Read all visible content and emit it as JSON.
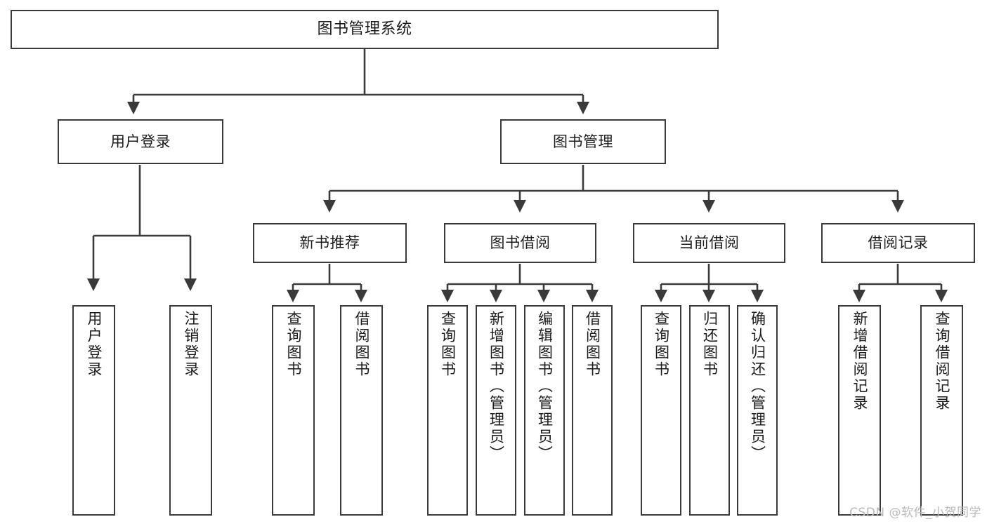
{
  "diagram": {
    "title": "图书管理系统",
    "type": "tree-hierarchy-chart",
    "colors": {
      "box_border": "#3a3a3a",
      "box_fill": "#ffffff",
      "edge": "#3a3a3a",
      "text": "#1b1b1b",
      "watermark": "#b9b9b9"
    },
    "root": {
      "label": "图书管理系统"
    },
    "level1": [
      {
        "id": "user-login",
        "label": "用户登录"
      },
      {
        "id": "book-management",
        "label": "图书管理"
      }
    ],
    "level2": [
      {
        "id": "new-book-recommend",
        "label": "新书推荐"
      },
      {
        "id": "book-borrow",
        "label": "图书借阅"
      },
      {
        "id": "current-borrow",
        "label": "当前借阅"
      },
      {
        "id": "borrow-record",
        "label": "借阅记录"
      }
    ],
    "leaves": {
      "user_login": [
        {
          "id": "leaf-user-login",
          "label": "用户登录"
        },
        {
          "id": "leaf-user-logout",
          "label": "注销登录"
        }
      ],
      "new_book_recommend": [
        {
          "id": "leaf-query-book-1",
          "label": "查询图书"
        },
        {
          "id": "leaf-borrow-book-1",
          "label": "借阅图书"
        }
      ],
      "book_borrow": [
        {
          "id": "leaf-query-book-2",
          "label": "查询图书"
        },
        {
          "id": "leaf-add-book",
          "label": "新增图书（管理员）"
        },
        {
          "id": "leaf-edit-book",
          "label": "编辑图书（管理员）"
        },
        {
          "id": "leaf-borrow-book-2",
          "label": "借阅图书"
        }
      ],
      "current_borrow": [
        {
          "id": "leaf-query-book-3",
          "label": "查询图书"
        },
        {
          "id": "leaf-return-book",
          "label": "归还图书"
        },
        {
          "id": "leaf-confirm-return",
          "label": "确认归还（管理员）"
        }
      ],
      "borrow_record": [
        {
          "id": "leaf-add-record",
          "label": "新增借阅记录"
        },
        {
          "id": "leaf-query-record",
          "label": "查询借阅记录"
        }
      ]
    }
  },
  "watermark": {
    "text": "CSDN @软件_小贺同学"
  }
}
